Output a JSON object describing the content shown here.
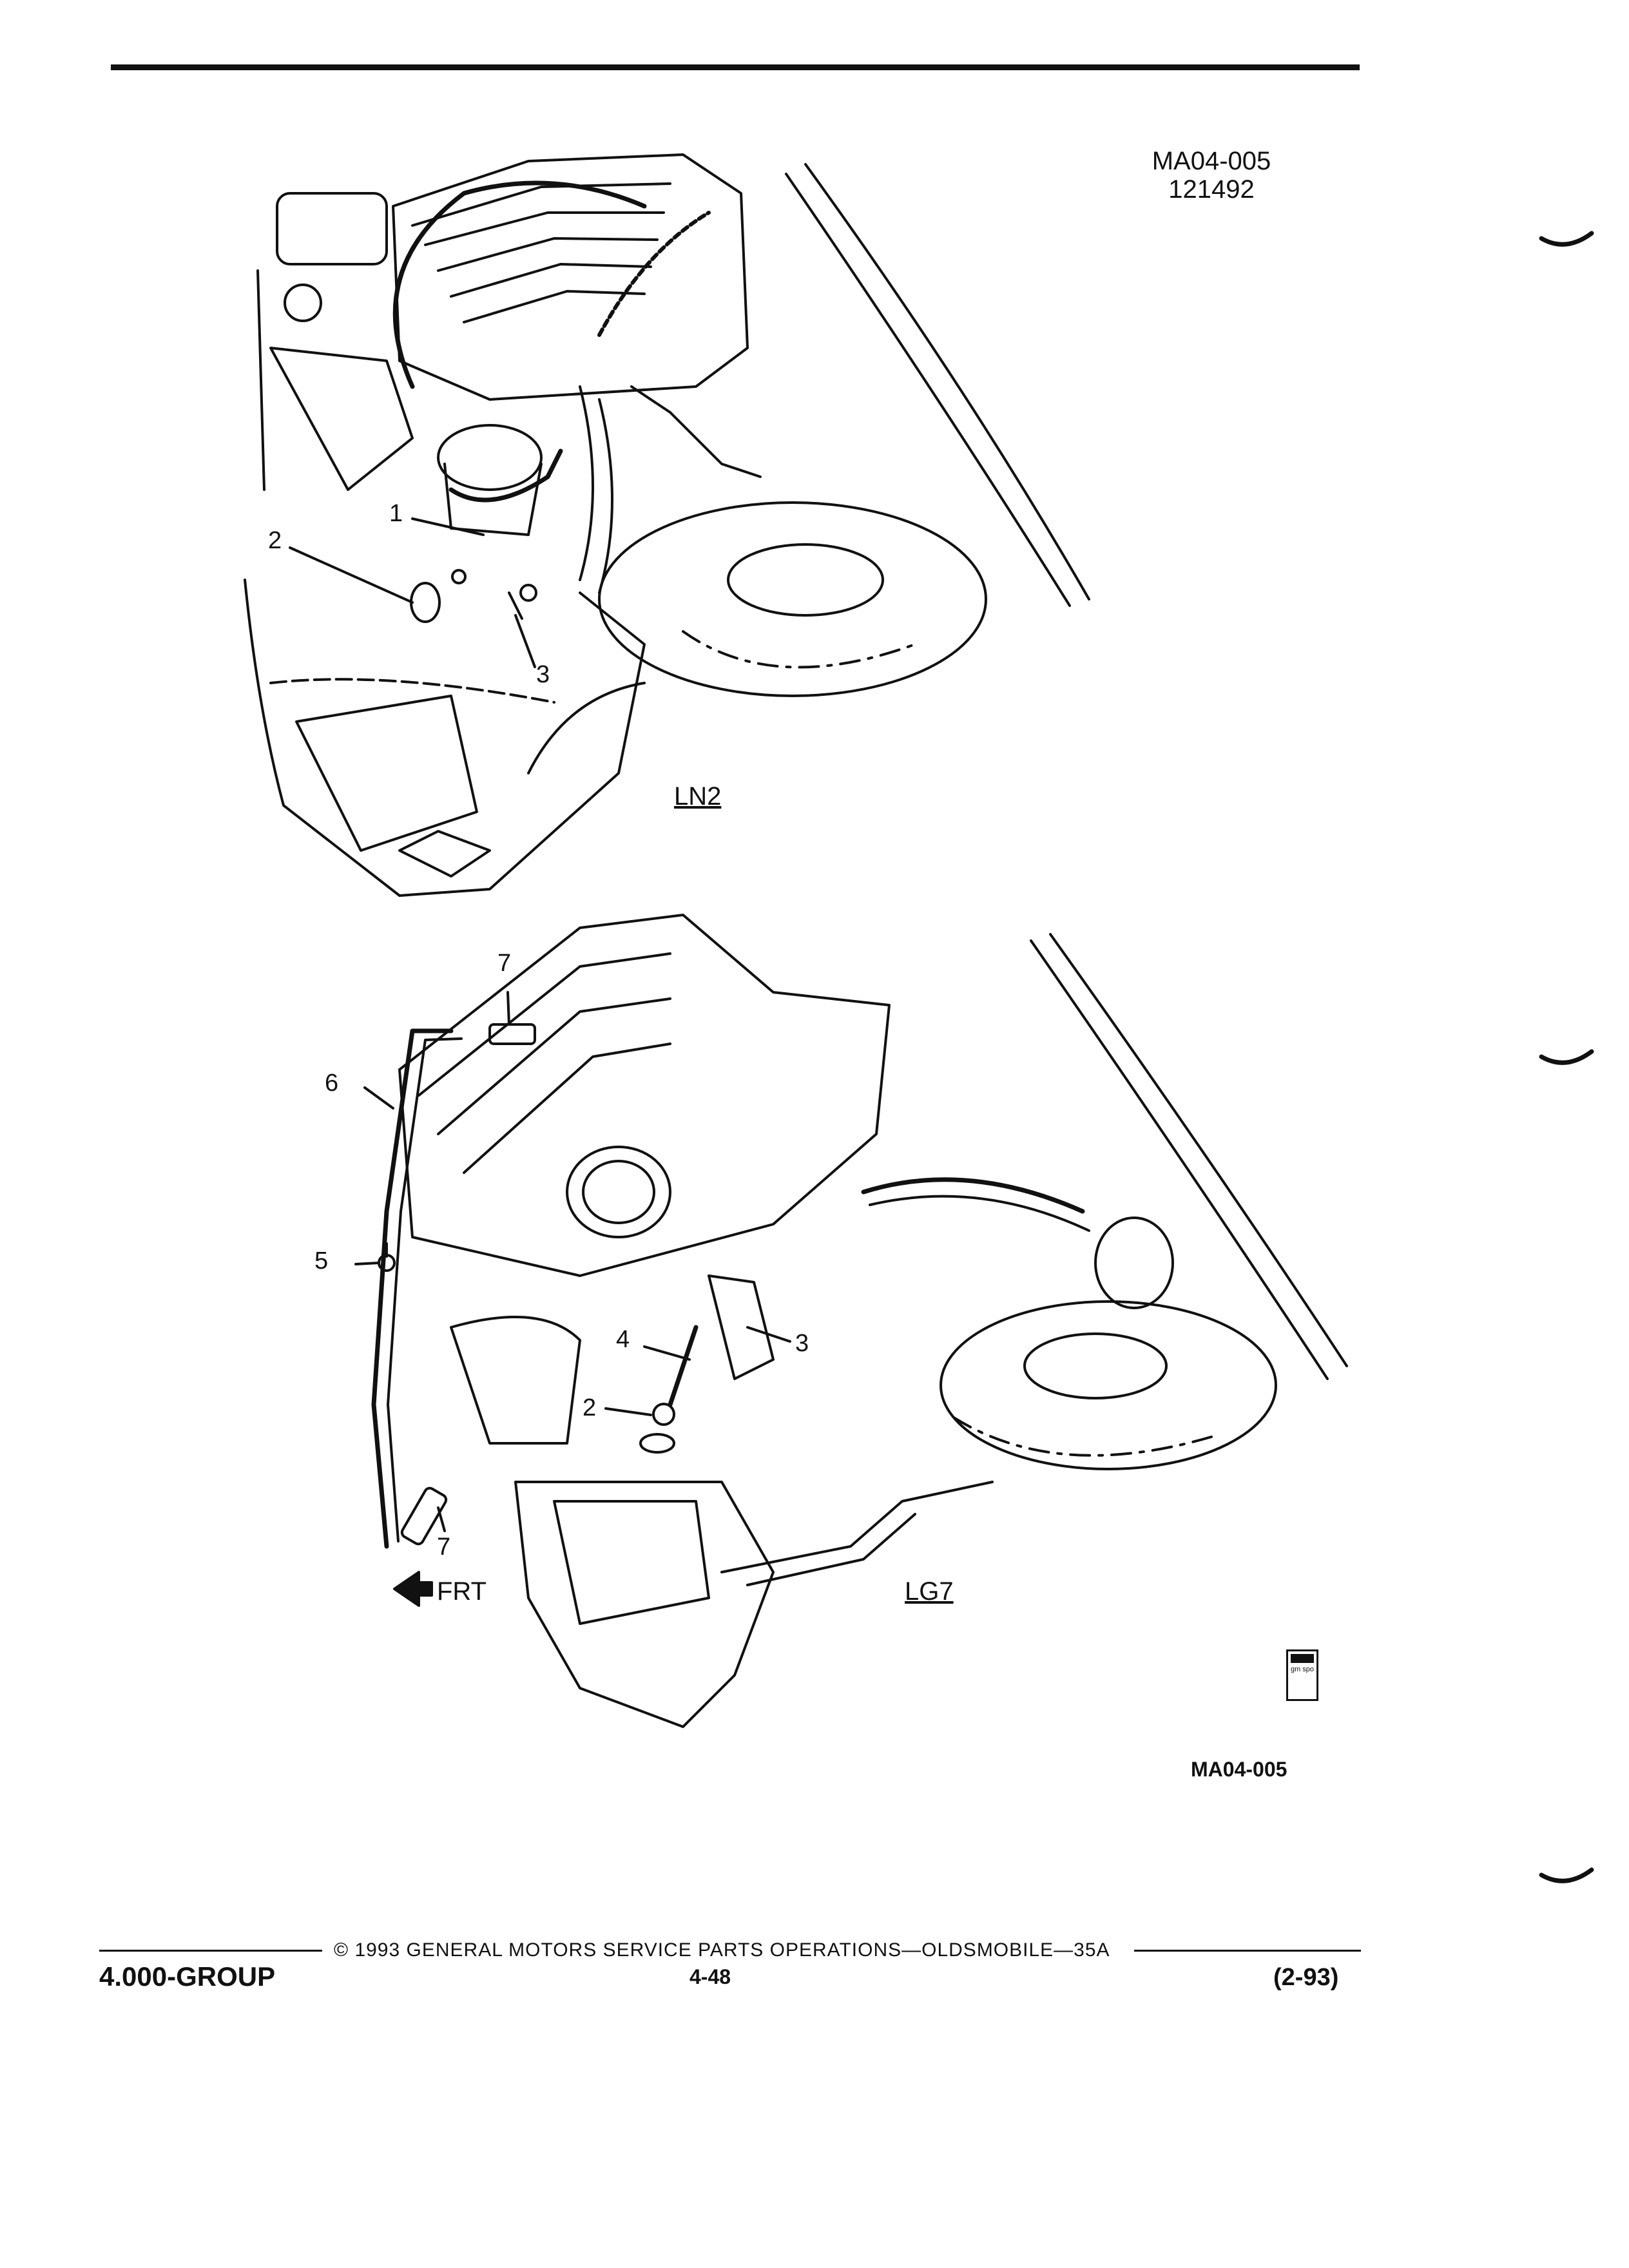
{
  "figure": {
    "code": "MA04-005",
    "date_code": "121492",
    "bottom_code": "MA04-005"
  },
  "upper_view": {
    "engine_label": "LN2",
    "callouts": [
      "1",
      "2",
      "3"
    ]
  },
  "lower_view": {
    "engine_label": "LG7",
    "direction_label": "FRT",
    "callouts": [
      "7",
      "6",
      "5",
      "4",
      "3",
      "2",
      "7"
    ]
  },
  "logo": {
    "text": "gm spo"
  },
  "footer": {
    "group": "4.000-GROUP",
    "copyright": "© 1993 GENERAL MOTORS SERVICE PARTS OPERATIONS—OLDSMOBILE—35A",
    "page": "4-48",
    "revision": "(2-93)"
  }
}
